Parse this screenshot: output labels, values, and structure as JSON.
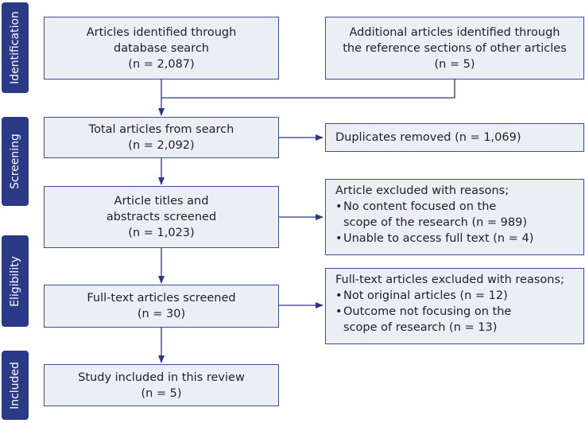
{
  "phases": {
    "identification": "Identification",
    "screening": "Screening",
    "eligibility": "Eligibility",
    "included": "Included"
  },
  "boxes": {
    "database": {
      "line1": "Articles identified through",
      "line2": "database search",
      "line3": "(n = 2,087)"
    },
    "additional": {
      "line1": "Additional articles identified through",
      "line2": "the reference sections of other articles",
      "line3": "(n = 5)"
    },
    "total": {
      "line1": "Total articles from search",
      "line2": "(n = 2,092)"
    },
    "duplicates": {
      "line1": "Duplicates removed (n = 1,069)"
    },
    "titles": {
      "line1": "Article titles and",
      "line2": "abstracts screened",
      "line3": "(n = 1,023)"
    },
    "excluded_titles": {
      "heading": "Article excluded with reasons;",
      "item1a": "No content focused on the",
      "item1b": "scope of the research (n = 989)",
      "item2": "Unable to access full text (n = 4)"
    },
    "fulltext": {
      "line1": "Full-text articles screened",
      "line2": "(n = 30)"
    },
    "excluded_fulltext": {
      "heading": "Full-text articles excluded with reasons;",
      "item1": "Not original articles (n = 12)",
      "item2a": "Outcome not focusing on the",
      "item2b": "scope of research (n = 13)"
    },
    "included": {
      "line1": "Study included in this review",
      "line2": "(n = 5)"
    }
  },
  "colors": {
    "phase_fill": "#2b3a86",
    "box_fill": "#eceef6",
    "box_border": "#3b4fa0",
    "arrow": "#2b3a86"
  }
}
